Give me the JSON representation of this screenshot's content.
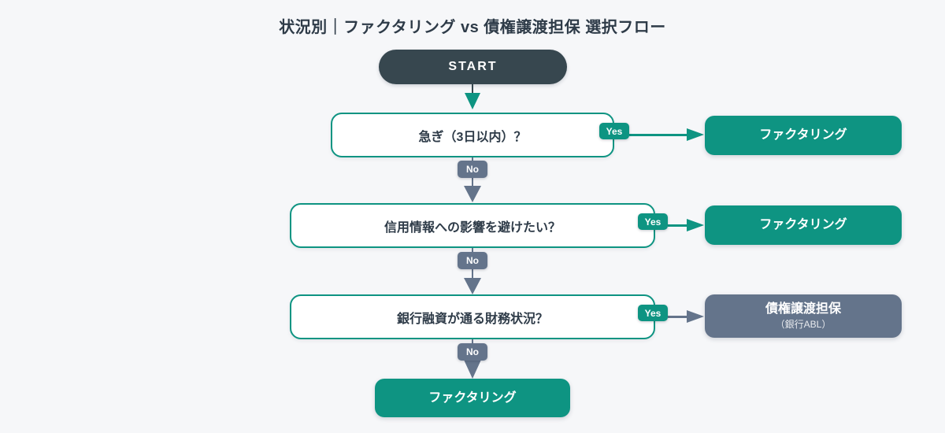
{
  "page": {
    "title": "状況別｜ファクタリング vs 債権譲渡担保 選択フロー",
    "background": "#F6F7F9"
  },
  "colors": {
    "teal_accent": "#0E9482",
    "slate_accent": "#64748B",
    "start_node": "#37474F",
    "text": "#2E3B48"
  },
  "flow": {
    "start_label": "START",
    "decisions": [
      {
        "question": "急ぎ（3日以内）？",
        "yes_label": "Yes",
        "no_label": "No"
      },
      {
        "question": "信用情報への影響を避けたい？",
        "yes_label": "Yes",
        "no_label": "No"
      },
      {
        "question": "銀行融資が通る財務状況？",
        "yes_label": "Yes",
        "no_label": "No"
      }
    ],
    "outcomes": [
      {
        "label": "ファクタリング"
      },
      {
        "label": "ファクタリング"
      },
      {
        "label": "債権譲渡担保",
        "sublabel": "（銀行ABL）"
      },
      {
        "label": "ファクタリング"
      }
    ]
  }
}
